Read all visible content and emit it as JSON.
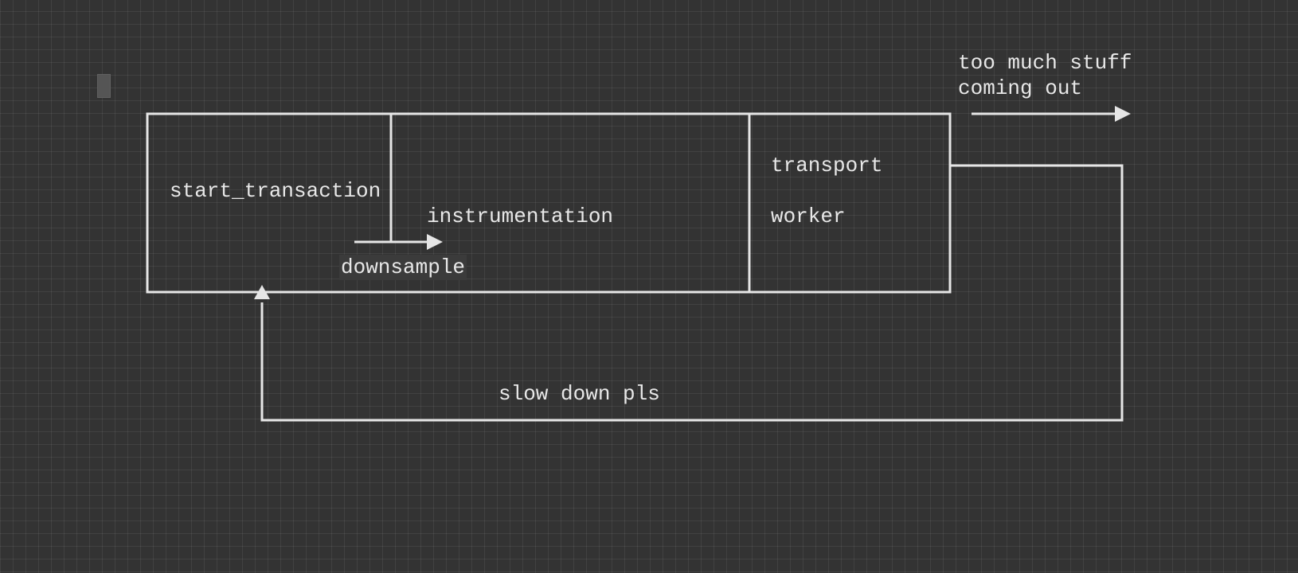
{
  "diagram": {
    "labels": {
      "start_transaction": "start_transaction",
      "instrumentation": "instrumentation",
      "downsample": "downsample",
      "transport": "transport",
      "worker": "worker",
      "too_much_line1": "too much stuff",
      "too_much_line2": "coming out",
      "slow_down": "slow down pls"
    },
    "colors": {
      "background": "#333333",
      "line": "#e6e6e6",
      "text": "#e8e8e8"
    }
  }
}
